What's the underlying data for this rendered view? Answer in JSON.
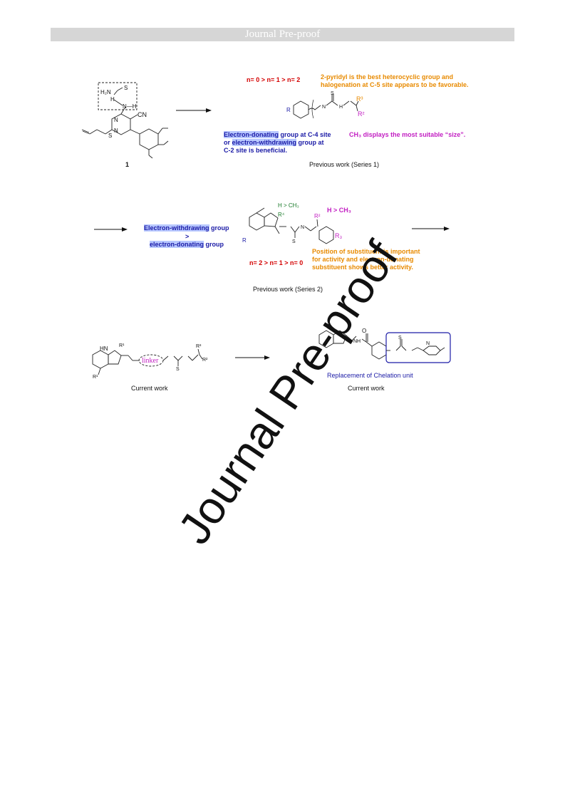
{
  "header": {
    "title": "Journal Pre-proof"
  },
  "watermark": {
    "text": "Journal Pre-proof"
  },
  "compound1": {
    "label": "1",
    "atoms": {
      "h2n": "H₂N",
      "s": "S",
      "hn": "H",
      "nh": "N—H",
      "cn": "CN",
      "n1": "N",
      "n2": "N",
      "s2": "S"
    }
  },
  "series1": {
    "n_order": "n= 0 > n= 1 > n= 2",
    "note_pyridyl_line1": "2-pyridyl is the best heterocyclic group and",
    "note_pyridyl_line2": "halogenation at C-5 site appears to be favorable.",
    "note_edg_part1": "Electron-donating",
    "note_edg_part2": " group at C-4 site",
    "note_ewg_part0": "or ",
    "note_ewg_part1": "electron-withdrawing",
    "note_ewg_part2": " group at",
    "note_c2": "C-2 site is beneficial.",
    "note_ch3": "CH₃ displays the most suitable “size”.",
    "caption": "Previous work (Series 1)",
    "atoms": {
      "r": "R",
      "r3": "R³",
      "r2": "R²",
      "s": "S",
      "n": "N",
      "h": "H"
    }
  },
  "series2": {
    "h_ch3_green": "H > CH₃",
    "h_ch3_magenta": "H > CH₃",
    "ewg_line1_part1": "Electron-withdrawing",
    "ewg_line1_part2": " group",
    "gt": ">",
    "edg_line": "electron-donating",
    "edg_line_part2": " group",
    "n_order": "n= 2 > n= 1 > n= 0",
    "position_line1": "Position of  substituent is important",
    "position_line2": "for activity and electron-donating",
    "position_line3": "substituent shows better activity.",
    "caption": "Previous work (Series 2)",
    "atoms": {
      "r4": "R⁴",
      "r2": "R²",
      "r3": "R₃",
      "r": "R",
      "s": "S",
      "n": "N"
    }
  },
  "current": {
    "left_caption": "Current work",
    "right_caption": "Current work",
    "linker": "linker",
    "replacement": "Replacement of Chelation unit",
    "atoms": {
      "hn": "HN",
      "r1a": "R¹",
      "r1b": "R¹",
      "r3": "R³",
      "r2": "R²",
      "s": "S",
      "o": "O",
      "nh": "NH",
      "s2": "S",
      "n": "N"
    }
  },
  "colors": {
    "red": "#d40000",
    "orange": "#e88a00",
    "blue": "#1a1aa6",
    "magenta": "#c21fc2",
    "green": "#1a7a2a",
    "highlight": "#b8c8ff"
  }
}
